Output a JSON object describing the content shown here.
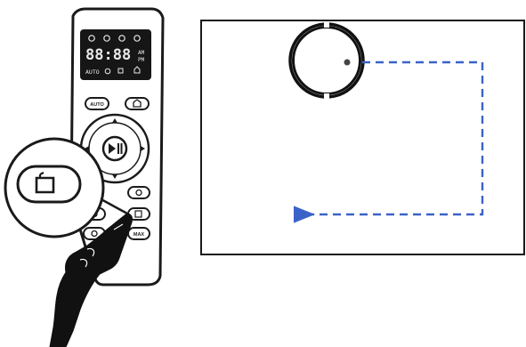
{
  "remote": {
    "display_digits": "88:88",
    "display_side_labels": [
      "AM",
      "PM"
    ],
    "display_bottom_label": "AUTO",
    "button_auto_label": "AUTO",
    "button_max_label": "MAX"
  },
  "callout": {
    "icon": "edge-cleaning-icon"
  },
  "room": {
    "path_style": "dashed",
    "accent_color": "#3a62c8"
  }
}
